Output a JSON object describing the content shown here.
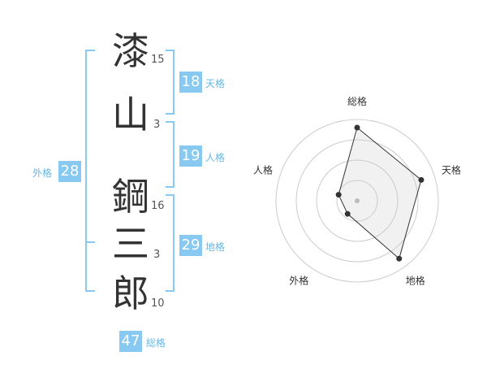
{
  "name": {
    "chars": [
      {
        "char": "漆",
        "strokes": "15"
      },
      {
        "char": "山",
        "strokes": "3"
      },
      {
        "char": "鋼",
        "strokes": "16"
      },
      {
        "char": "三",
        "strokes": "3"
      },
      {
        "char": "郎",
        "strokes": "10"
      }
    ]
  },
  "kakusu": {
    "tenkaku": {
      "value": "18",
      "label": "天格"
    },
    "jinkaku": {
      "value": "19",
      "label": "人格"
    },
    "chikaku": {
      "value": "29",
      "label": "地格"
    },
    "gaikaku": {
      "value": "28",
      "label": "外格"
    },
    "soukaku": {
      "value": "47",
      "label": "総格"
    }
  },
  "colors": {
    "accent": "#87c9f0",
    "label": "#63b8e8",
    "bracket": "#87c9f0"
  },
  "chart_data": {
    "type": "radar",
    "axes": [
      "総格",
      "天格",
      "地格",
      "外格",
      "人格"
    ],
    "values": [
      0.9,
      0.83,
      0.88,
      0.2,
      0.24
    ],
    "max": 1,
    "rings": 4
  }
}
